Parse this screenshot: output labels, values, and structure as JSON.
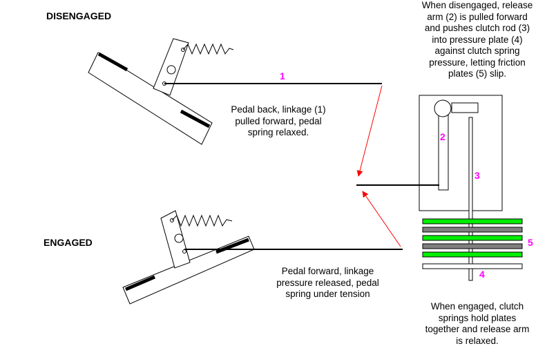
{
  "labels": {
    "disengaged": "DISENGAGED",
    "engaged": "ENGAGED"
  },
  "notes": {
    "disengaged_top": [
      "When disengaged, release",
      "arm (2) is pulled forward",
      "and pushes clutch rod (3)",
      "into pressure plate (4)",
      "against clutch spring",
      "pressure, letting friction",
      "plates (5) slip."
    ],
    "pedal_back": [
      "Pedal back, linkage (1)",
      "pulled forward, pedal",
      "spring relaxed."
    ],
    "pedal_forward": [
      "Pedal forward, linkage",
      "pressure released, pedal",
      "spring under tension"
    ],
    "engaged_bottom": [
      "When engaged, clutch",
      "springs hold plates",
      "together and release arm",
      "is relaxed."
    ]
  },
  "callouts": {
    "n1": "1",
    "n2": "2",
    "n3": "3",
    "n4": "4",
    "n5": "5"
  },
  "colors": {
    "callout": "#ff00ff",
    "arrow": "#ff0000",
    "friction_green": "#00ee00",
    "plate_gray": "#808080",
    "line": "#000000"
  }
}
